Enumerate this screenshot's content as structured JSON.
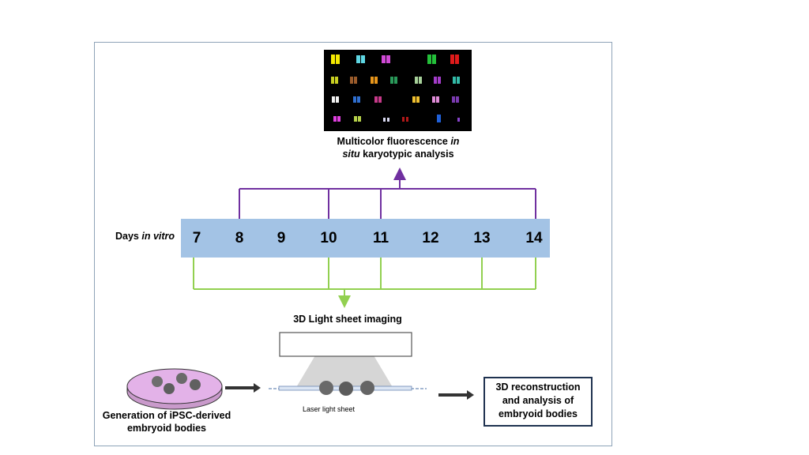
{
  "karyotype": {
    "caption_line1_pre": "Multicolor fluorescence ",
    "caption_line1_italic": "in",
    "caption_line2_italic": "situ",
    "caption_line2_post": " karyotypic analysis"
  },
  "timeline": {
    "label_pre": "Days ",
    "label_italic": "in vitro",
    "days": [
      "7",
      "8",
      "9",
      "10",
      "11",
      "12",
      "13",
      "14"
    ],
    "mfish_days": [
      "8",
      "10",
      "11",
      "14"
    ],
    "lightsheet_days": [
      "7",
      "10",
      "11",
      "13",
      "14"
    ]
  },
  "lightsheet": {
    "caption": "3D Light sheet imaging",
    "laser_label": "Laser light sheet"
  },
  "generation": {
    "line1": "Generation of iPSC-derived",
    "line2": "embryoid bodies"
  },
  "reconstruction": {
    "line1": "3D reconstruction",
    "line2": "and analysis of",
    "line3": "embryoid bodies"
  },
  "colors": {
    "timeline_fill": "#a3c3e5",
    "mfish_bracket": "#7030a0",
    "lightsheet_bracket": "#92d050",
    "dish_fill": "#e3b2e8",
    "box_border": "#1f3250"
  }
}
